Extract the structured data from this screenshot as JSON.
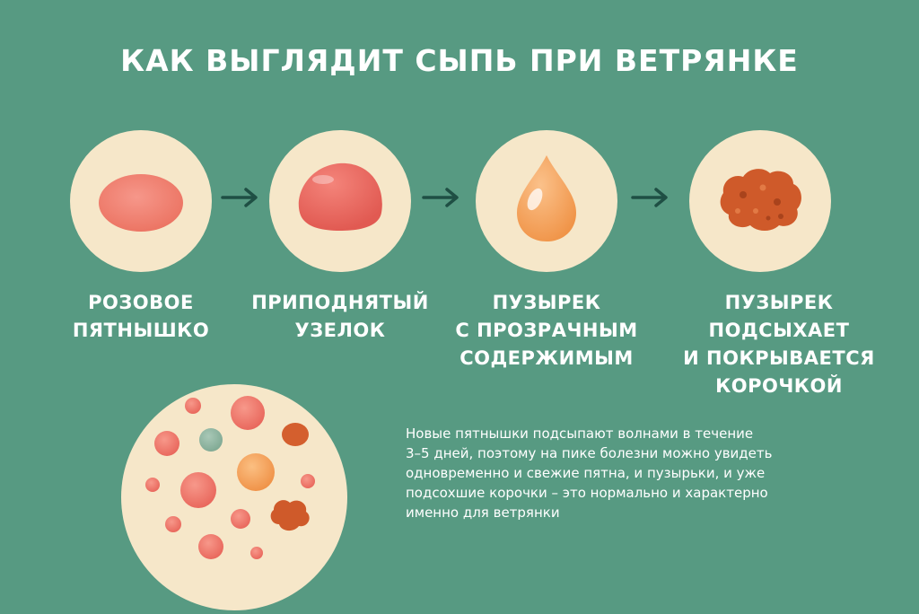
{
  "title": "КАК ВЫГЛЯДИТ СЫПЬ ПРИ ВЕТРЯНКЕ",
  "stages": [
    {
      "lines": [
        "РОЗОВОЕ",
        "ПЯТНЫШКО"
      ]
    },
    {
      "lines": [
        "ПРИПОДНЯТЫЙ",
        "УЗЕЛОК"
      ]
    },
    {
      "lines": [
        "ПУЗЫРЕК",
        "С ПРОЗРАЧНЫМ",
        "СОДЕРЖИМЫМ"
      ]
    },
    {
      "lines": [
        "ПУЗЫРЕК",
        "ПОДСЫХАЕТ",
        "И ПОКРЫВАЕТСЯ",
        "КОРОЧКОЙ"
      ]
    }
  ],
  "note": {
    "lines": [
      "Новые пятнышки подсыпают волнами в течение",
      "3–5 дней, поэтому на пике болезни можно увидеть",
      "одновременно и свежие пятна, и пузырьки, и уже",
      "подсохшие корочки – это нормально и характерно",
      "именно для ветрянки"
    ]
  },
  "colors": {
    "background": "#579a82",
    "skin": "#f6e7c9",
    "spot": "#ef7f6d",
    "papule": "#e8655a",
    "vesicle": "#f4a259",
    "crust": "#cf5a2a",
    "arrow": "#1f4f44"
  }
}
